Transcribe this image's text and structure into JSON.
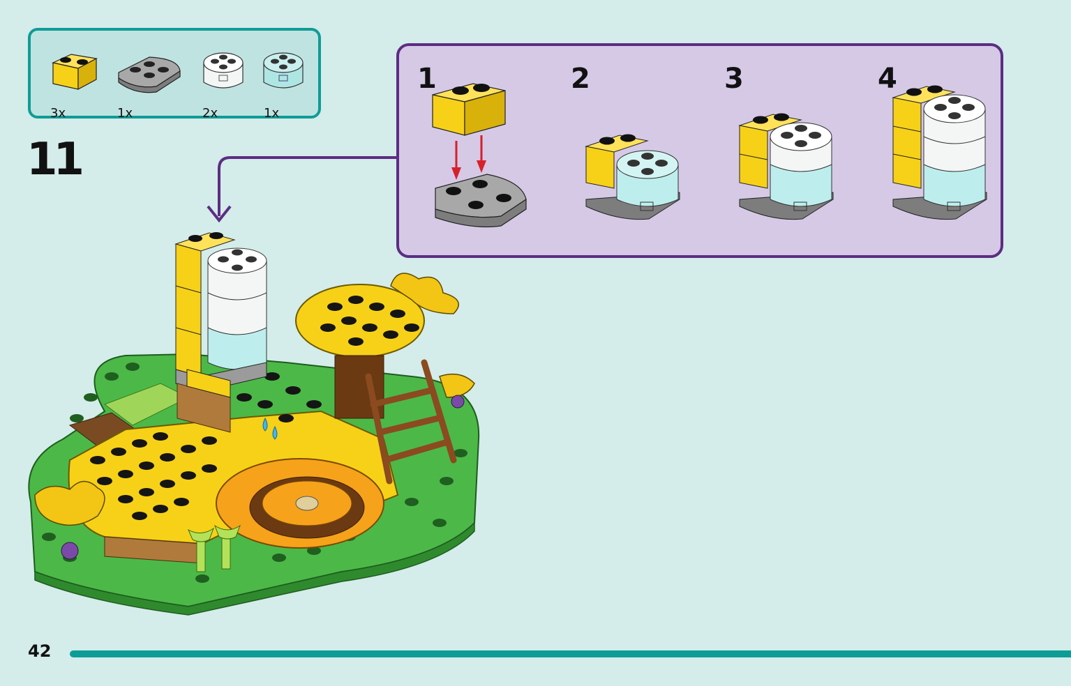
{
  "parts": [
    {
      "name": "yellow-brick-1x2-icon",
      "qty": "3x",
      "color": "#f7d117"
    },
    {
      "name": "gray-plate-rounded-icon",
      "qty": "1x",
      "color": "#9b9b9b"
    },
    {
      "name": "clear-round-brick-icon",
      "qty": "2x",
      "color": "#f2f4f4"
    },
    {
      "name": "light-aqua-round-brick-icon",
      "qty": "1x",
      "color": "#aee6e4"
    }
  ],
  "step": {
    "number": "11"
  },
  "substeps": [
    {
      "number": "1"
    },
    {
      "number": "2"
    },
    {
      "number": "3"
    },
    {
      "number": "4"
    }
  ],
  "page": {
    "number": "42"
  },
  "colors": {
    "background": "#d4ecea",
    "accent_teal": "#0e9c96",
    "callout_border": "#5c2d83",
    "callout_fill": "#d5c9e6",
    "brick_yellow": "#f7d117",
    "grass_green": "#4cb848",
    "arrow_red": "#d8202a"
  }
}
